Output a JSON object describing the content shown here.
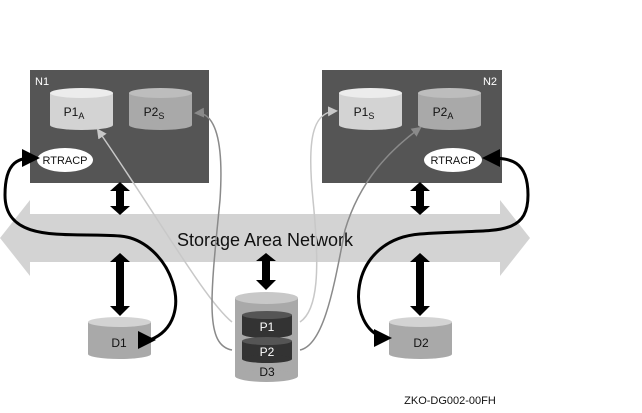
{
  "nodes": [
    {
      "id": "n1",
      "label": "N1",
      "rtracp": "RTRACP",
      "disks": [
        {
          "main": "P1",
          "sub": "A"
        },
        {
          "main": "P2",
          "sub": "S"
        }
      ]
    },
    {
      "id": "n2",
      "label": "N2",
      "rtracp": "RTRACP",
      "disks": [
        {
          "main": "P1",
          "sub": "S"
        },
        {
          "main": "P2",
          "sub": "A"
        }
      ]
    }
  ],
  "san": {
    "label": "Storage Area Network"
  },
  "storage": {
    "d1": "D1",
    "d2": "D2",
    "d3": {
      "label": "D3",
      "partitions": [
        "P1",
        "P2"
      ]
    }
  },
  "figure_id": "ZKO-DG002-00FH",
  "colors": {
    "node_box": "#555555",
    "disk_light": "#d3d3d3",
    "disk_mid": "#a9a9a9",
    "san_band": "#d3d3d3",
    "arrow_black": "#000000",
    "arrow_light": "#cccccc",
    "arrow_mid": "#888888"
  }
}
